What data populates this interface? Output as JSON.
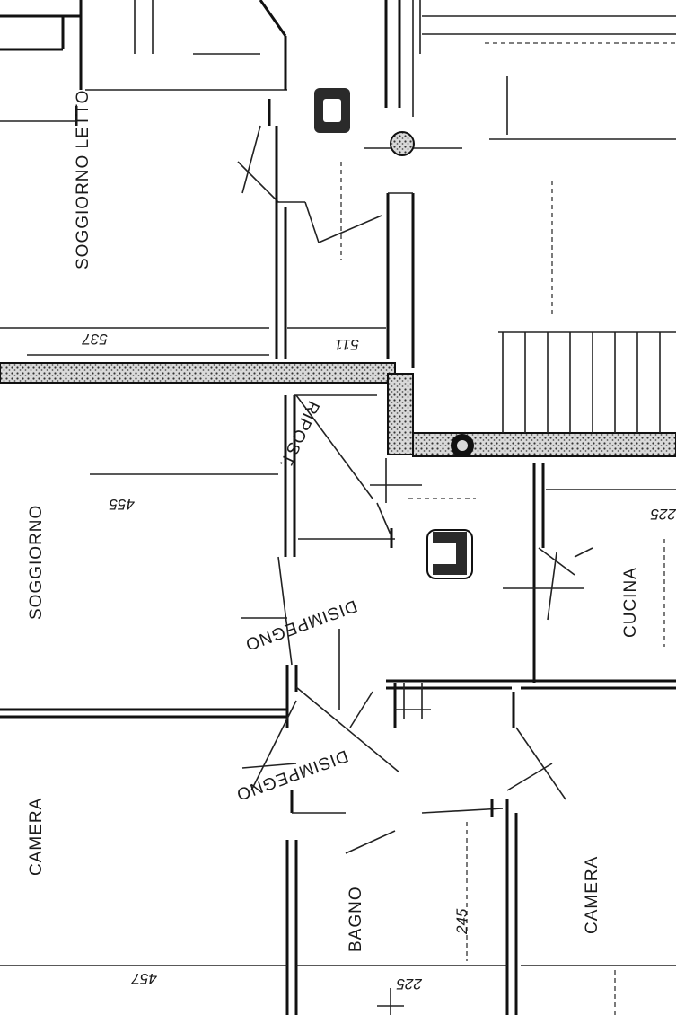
{
  "rooms": {
    "soggiorno_letto": "SOGGIORNO LETTO",
    "soggiorno": "SOGGIORNO",
    "camera_left": "CAMERA",
    "camera_right": "CAMERA",
    "bagno": "BAGNO",
    "cucina": "CUCINA",
    "disimpegno_upper": "DISIMPEGNO",
    "disimpegno_lower": "DISIMPEGNO",
    "ripost": "RIPOST."
  },
  "dimensions": {
    "d_537": "537",
    "d_511": "511",
    "d_455": "455",
    "d_225_top": "225",
    "d_457": "457",
    "d_225_bottom": "225",
    "d_245": "245"
  }
}
